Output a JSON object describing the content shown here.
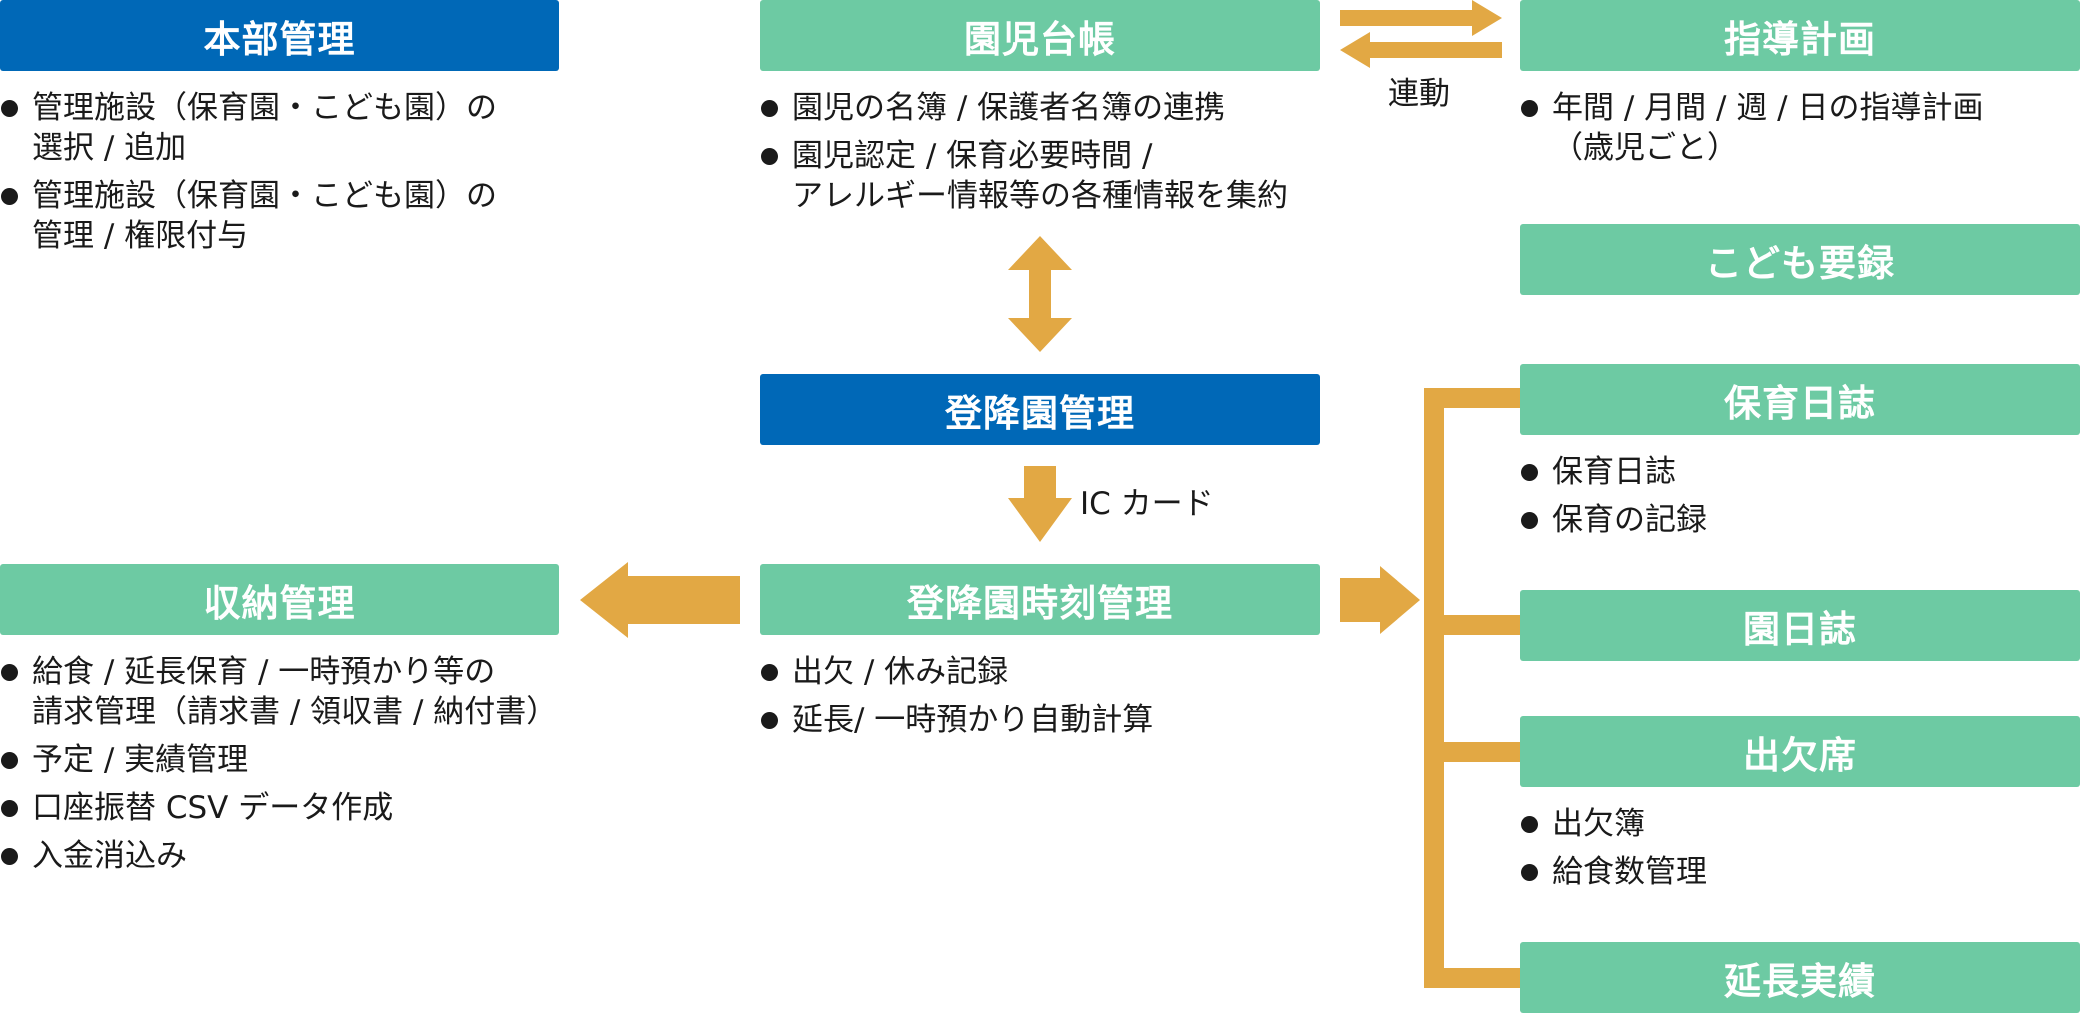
{
  "colors": {
    "blue": "#0068b7",
    "green": "#6dcaa3",
    "arrow": "#e2a844"
  },
  "hq": {
    "title": "本部管理",
    "items": [
      [
        "管理施設（保育園・こども園）の",
        "選択 / 追加"
      ],
      [
        "管理施設（保育園・こども園）の",
        "管理 / 権限付与"
      ]
    ]
  },
  "ledger": {
    "title": "園児台帳",
    "items": [
      [
        "園児の名簿 / 保護者名簿の連携"
      ],
      [
        "園児認定 / 保育必要時間 /",
        "アレルギー情報等の各種情報を集約"
      ]
    ]
  },
  "link_label": "連動",
  "guidance": {
    "title": "指導計画",
    "items": [
      [
        "年間 / 月間 / 週 / 日の指導計画",
        "（歳児ごと）"
      ]
    ]
  },
  "record": {
    "title": "こども要録"
  },
  "attendance_mgmt": {
    "title": "登降園管理"
  },
  "ic_card_label": "IC カード",
  "time_mgmt": {
    "title": "登降園時刻管理",
    "items": [
      [
        "出欠 / 休み記録"
      ],
      [
        "延長/ 一時預かり自動計算"
      ]
    ]
  },
  "billing": {
    "title": "収納管理",
    "items": [
      [
        "給食 / 延長保育 / 一時預かり等の",
        "請求管理（請求書 / 領収書 / 納付書）"
      ],
      [
        "予定 / 実績管理"
      ],
      [
        "口座振替 CSV データ作成"
      ],
      [
        "入金消込み"
      ]
    ]
  },
  "daily_log": {
    "title": "保育日誌",
    "items": [
      [
        "保育日誌"
      ],
      [
        "保育の記録"
      ]
    ]
  },
  "school_log": {
    "title": "園日誌"
  },
  "roll_call": {
    "title": "出欠席",
    "items": [
      [
        "出欠簿"
      ],
      [
        "給食数管理"
      ]
    ]
  },
  "overtime": {
    "title": "延長実績"
  }
}
